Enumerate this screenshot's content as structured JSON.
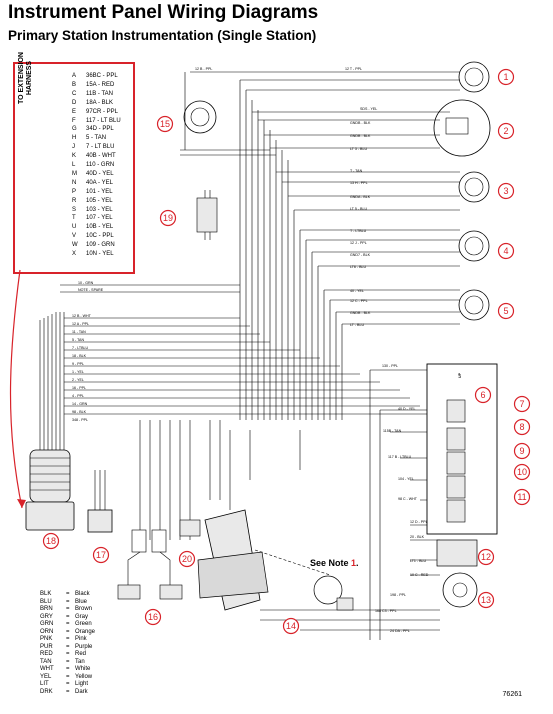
{
  "header": {
    "title": "Instrument Panel Wiring Diagrams",
    "subtitle": "Primary Station Instrumentation (Single Station)"
  },
  "pin_table": {
    "heading_line1": "TO EXTENSION",
    "heading_line2": "HARNESS",
    "rows": [
      {
        "pin": "A",
        "wire": "36BC - PPL"
      },
      {
        "pin": "B",
        "wire": "15A - RED"
      },
      {
        "pin": "C",
        "wire": "11B - TAN"
      },
      {
        "pin": "D",
        "wire": "18A - BLK"
      },
      {
        "pin": "E",
        "wire": "97CR - PPL"
      },
      {
        "pin": "F",
        "wire": "117 - LT BLU"
      },
      {
        "pin": "G",
        "wire": "34D - PPL"
      },
      {
        "pin": "H",
        "wire": "5 - TAN"
      },
      {
        "pin": "J",
        "wire": "7 - LT BLU"
      },
      {
        "pin": "K",
        "wire": "40B - WHT"
      },
      {
        "pin": "L",
        "wire": "110 - GRN"
      },
      {
        "pin": "M",
        "wire": "40D - YEL"
      },
      {
        "pin": "N",
        "wire": "40A - YEL"
      },
      {
        "pin": "P",
        "wire": "101 - YEL"
      },
      {
        "pin": "R",
        "wire": "105 - YEL"
      },
      {
        "pin": "S",
        "wire": "103 - YEL"
      },
      {
        "pin": "T",
        "wire": "107 - YEL"
      },
      {
        "pin": "U",
        "wire": "10B - YEL"
      },
      {
        "pin": "V",
        "wire": "10C - PPL"
      },
      {
        "pin": "W",
        "wire": "109 - GRN"
      },
      {
        "pin": "X",
        "wire": "10N - YEL"
      }
    ]
  },
  "callouts": [
    "1",
    "2",
    "3",
    "4",
    "5",
    "6",
    "7",
    "8",
    "9",
    "10",
    "11",
    "12",
    "13",
    "14",
    "15",
    "16",
    "17",
    "18",
    "19",
    "20"
  ],
  "wire_labels": [
    "12 B - PPL",
    "12 T - PPL",
    "SDS - YEL",
    "GNDB - BLK",
    "GNDB - BLK",
    "LT 3 - BLU",
    "T - TAN",
    "13 H - PPL",
    "GNDA - BLK",
    "LT 5 - BLU",
    "T - LTBLU",
    "12 J - PPL",
    "GND7 - BLK",
    "LT6 - BLU",
    "40 - YEL",
    "12 C - PPL",
    "GNDB - BLK",
    "LT - BLU",
    "130 - PPL",
    "40 D - YEL",
    "115B - TAN",
    "117 B - LTBLU",
    "104 - YEL",
    "98 C - WHT",
    "10 - GRN",
    "NOTE - SPARE",
    "12 B - WHT",
    "12 A - PPL",
    "11 - TAN",
    "5 - TAN",
    "7 - LTBLU",
    "18 - BLK",
    "9 - PPL",
    "1 - YEL",
    "2 - YEL",
    "16 - PPL",
    "4 - PPL",
    "14 - GRN",
    "98 - BLK",
    "348 - PPL",
    "12 D - PPL",
    "20 - BLK",
    "LT1 - BLU",
    "198 - PPL",
    "24 DA - PPL",
    "10 C - RED",
    "168 C3 - PPL"
  ],
  "up_label": "UP",
  "note": {
    "text": "See Note",
    "number": "1",
    "suffix": "."
  },
  "legend": [
    {
      "abbr": "BLK",
      "color": "Black"
    },
    {
      "abbr": "BLU",
      "color": "Blue"
    },
    {
      "abbr": "BRN",
      "color": "Brown"
    },
    {
      "abbr": "GRY",
      "color": "Gray"
    },
    {
      "abbr": "GRN",
      "color": "Green"
    },
    {
      "abbr": "ORN",
      "color": "Orange"
    },
    {
      "abbr": "PNK",
      "color": "Pink"
    },
    {
      "abbr": "PUR",
      "color": "Purple"
    },
    {
      "abbr": "RED",
      "color": "Red"
    },
    {
      "abbr": "TAN",
      "color": "Tan"
    },
    {
      "abbr": "WHT",
      "color": "White"
    },
    {
      "abbr": "YEL",
      "color": "Yellow"
    },
    {
      "abbr": "LIT",
      "color": "Light"
    },
    {
      "abbr": "DRK",
      "color": "Dark"
    }
  ],
  "figure_number": "76261",
  "colors": {
    "accent": "#d8232a",
    "line": "#000000",
    "connector_fill": "#e9e9e9"
  }
}
